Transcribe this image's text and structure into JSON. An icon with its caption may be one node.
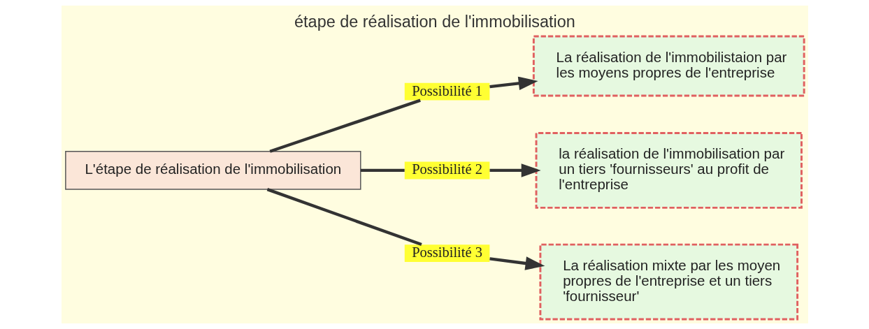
{
  "diagram": {
    "title": "étape de réalisation de l'immobilisation",
    "nodes": [
      {
        "text": [
          "L'étape de réalisation de l'immobilisation"
        ]
      },
      {
        "text": [
          "Possibilité 1"
        ]
      },
      {
        "text": [
          "La réalisation de l'immobilistaion par les moyens propres de l'entreprise"
        ]
      },
      {
        "text": [
          "Possibilité 2"
        ]
      },
      {
        "text": [
          "la réalisation de l'immobilisation par un tiers 'fournisseurs' au profit de l'entreprise"
        ]
      },
      {
        "text": [
          "Possibilité 3"
        ]
      },
      {
        "text": [
          "La réalisation mixte par les moyen propres de l'entreprise et un tiers 'fournisseur'"
        ]
      }
    ],
    "edges": [
      {
        "from": 0,
        "to": 1,
        "arrow": "none"
      },
      {
        "from": 1,
        "to": 2,
        "arrow": "to"
      },
      {
        "from": 0,
        "to": 3,
        "arrow": "none"
      },
      {
        "from": 3,
        "to": 4,
        "arrow": "to"
      },
      {
        "from": 0,
        "to": 5,
        "arrow": "none"
      },
      {
        "from": 5,
        "to": 6,
        "arrow": "to"
      }
    ]
  }
}
